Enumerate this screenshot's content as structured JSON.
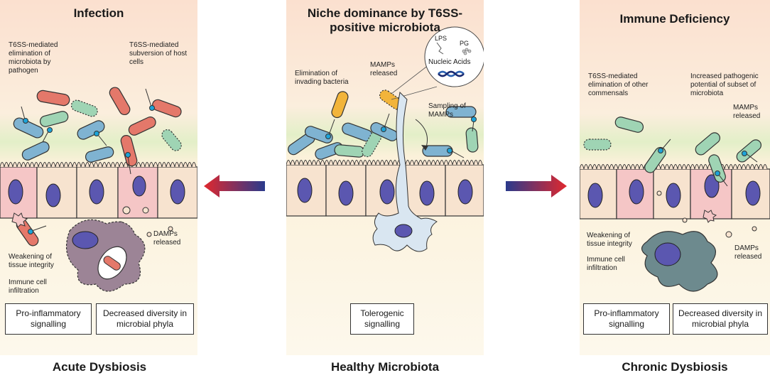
{
  "left": {
    "title": "Infection",
    "label_elimination": "T6SS-mediated elimination of microbiota by pathogen",
    "label_subversion": "T6SS-mediated subversion of host cells",
    "label_damps": "DAMPs released",
    "label_weakening": "Weakening of tissue integrity",
    "label_immune": "Immune cell infiltration",
    "box_proinflam": "Pro-inflammatory signalling",
    "box_diversity": "Decreased diversity in microbial phyla",
    "bottom": "Acute Dysbiosis"
  },
  "middle": {
    "title": "Niche dominance by T6SS-positive microbiota",
    "label_elimination": "Elimination of invading bacteria",
    "label_mamps": "MAMPs released",
    "label_sampling": "Sampling of MAMPs",
    "callout_lps": "LPS",
    "callout_pg": "PG",
    "callout_nucleic": "Nucleic Acids",
    "box_tolerogenic": "Tolerogenic signalling",
    "bottom": "Healthy Microbiota"
  },
  "right": {
    "title": "Immune Deficiency",
    "label_elimination": "T6SS-mediated elimination of other commensals",
    "label_pathogenic": "Increased pathogenic potential of subset of microbiota",
    "label_mamps": "MAMPs released",
    "label_weakening": "Weakening of tissue integrity",
    "label_immune": "Immune cell infiltration",
    "label_damps": "DAMPs released",
    "box_proinflam": "Pro-inflammatory signalling",
    "box_diversity": "Decreased diversity in microbial phyla",
    "bottom": "Chronic Dysbiosis"
  },
  "colors": {
    "bacteria_blue": "#7fb3d1",
    "bacteria_green": "#9fd4b4",
    "bacteria_red": "#e4786a",
    "bacteria_yellow": "#f2b43a",
    "cell_fill": "#f7e3cf",
    "inflamed_cell": "#f5c6c6",
    "nucleus": "#5b57b0",
    "arrow_red": "#e0282e",
    "arrow_blue": "#2a3a8c"
  }
}
